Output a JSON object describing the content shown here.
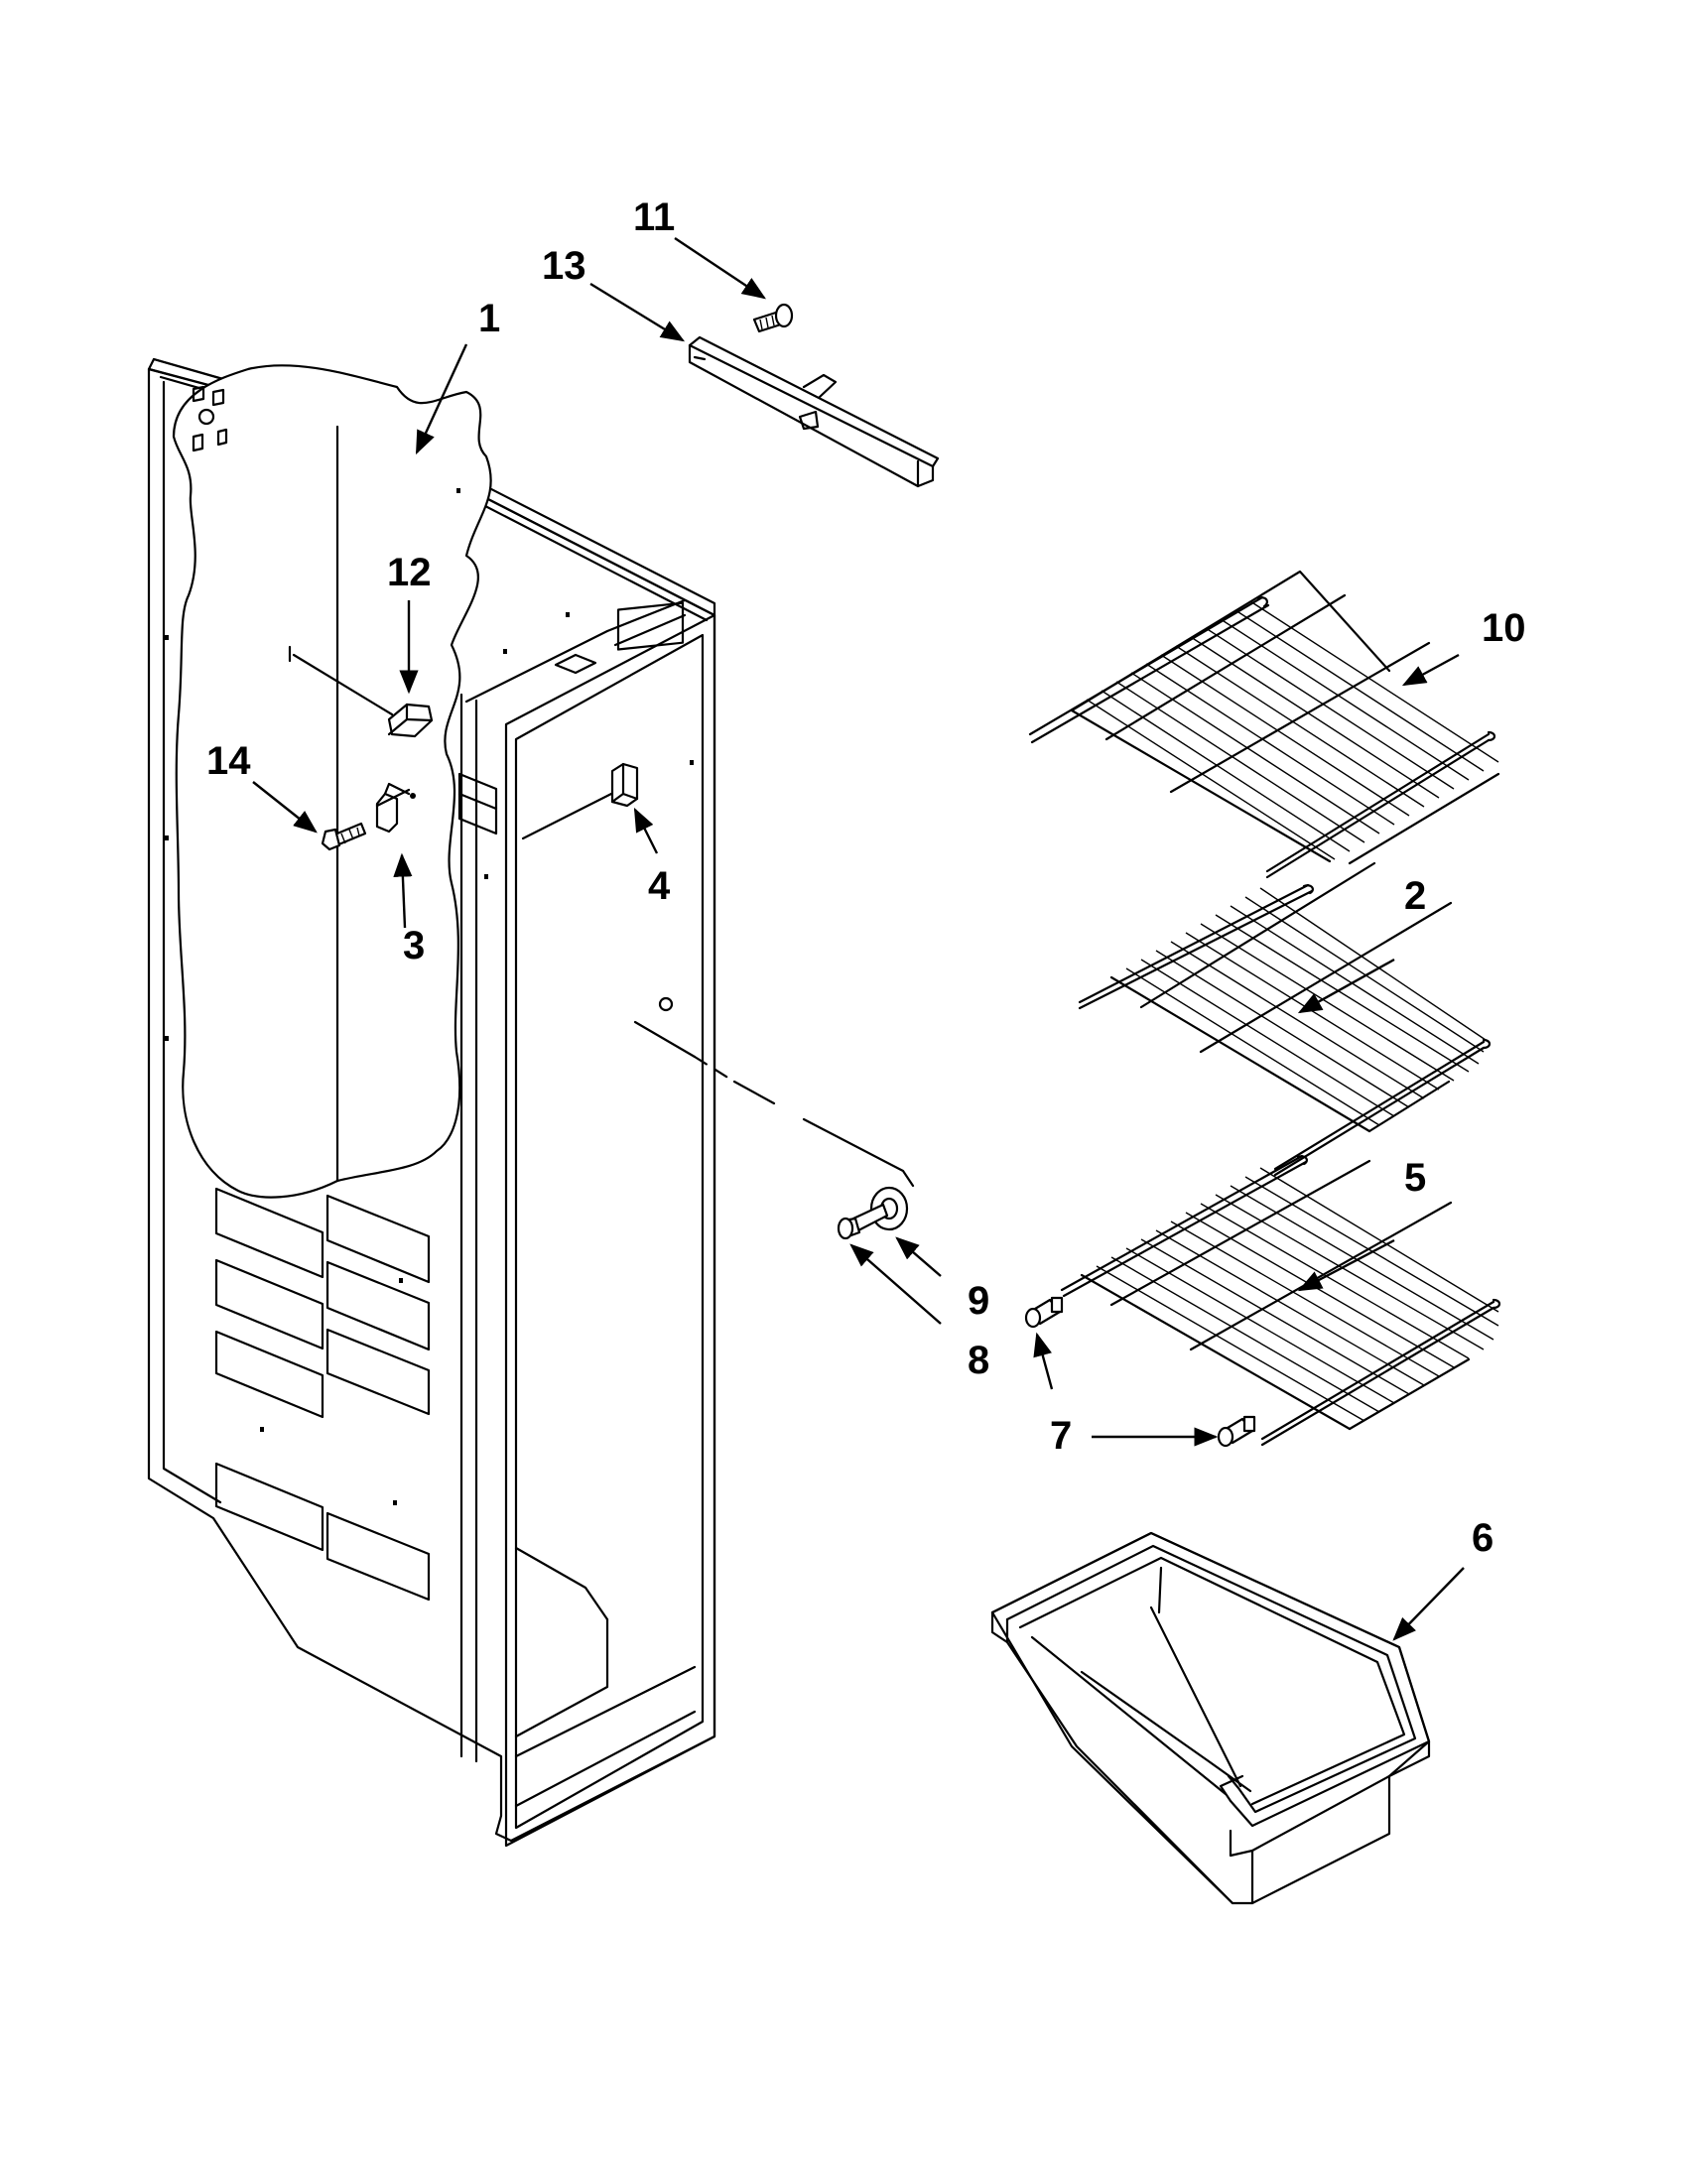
{
  "diagram": {
    "callouts": [
      {
        "id": "1",
        "label": "1",
        "part": "liner"
      },
      {
        "id": "2",
        "label": "2",
        "part": "wire-shelf"
      },
      {
        "id": "3",
        "label": "3",
        "part": "clip"
      },
      {
        "id": "4",
        "label": "4",
        "part": "switch"
      },
      {
        "id": "5",
        "label": "5",
        "part": "wire-shelf"
      },
      {
        "id": "6",
        "label": "6",
        "part": "bin"
      },
      {
        "id": "7",
        "label": "7",
        "part": "shelf-stop"
      },
      {
        "id": "8",
        "label": "8",
        "part": "screw"
      },
      {
        "id": "9",
        "label": "9",
        "part": "washer"
      },
      {
        "id": "10",
        "label": "10",
        "part": "wire-shelf"
      },
      {
        "id": "11",
        "label": "11",
        "part": "screw"
      },
      {
        "id": "12",
        "label": "12",
        "part": "clip"
      },
      {
        "id": "13",
        "label": "13",
        "part": "bracket"
      },
      {
        "id": "14",
        "label": "14",
        "part": "screw"
      }
    ]
  },
  "icons": {
    "arrow": "arrowhead-icon"
  }
}
